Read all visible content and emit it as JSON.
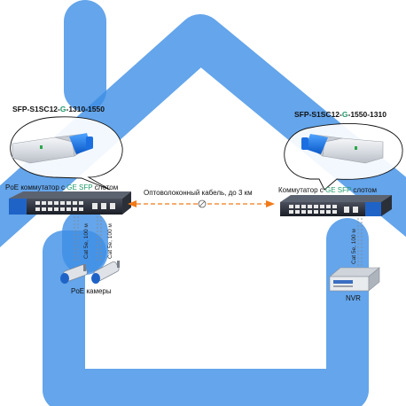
{
  "left_module": {
    "prefix": "SFP-S1SC12-",
    "highlight": "G",
    "suffix": "-1310-1550"
  },
  "right_module": {
    "prefix": "SFP-S1SC12-",
    "highlight": "G",
    "suffix": "-1550-1310"
  },
  "left_switch_label": {
    "pre": "PoE коммутатор с ",
    "hl": "GE SFP",
    "post": " слотом"
  },
  "right_switch_label": {
    "pre": "Коммутатор с ",
    "hl": "GE SFP",
    "post": " слотом"
  },
  "fiber_label": "Оптоволоконный кабель, до  3 км",
  "cable_label": "Cat 5e, 100 м",
  "cameras_label": "PoE камеры",
  "nvr_label": "NVR",
  "colors": {
    "house": "#3d8fe6",
    "arrow": "#f07a1a",
    "switch": "#1e2430",
    "highlight": "#1f9a6a"
  }
}
